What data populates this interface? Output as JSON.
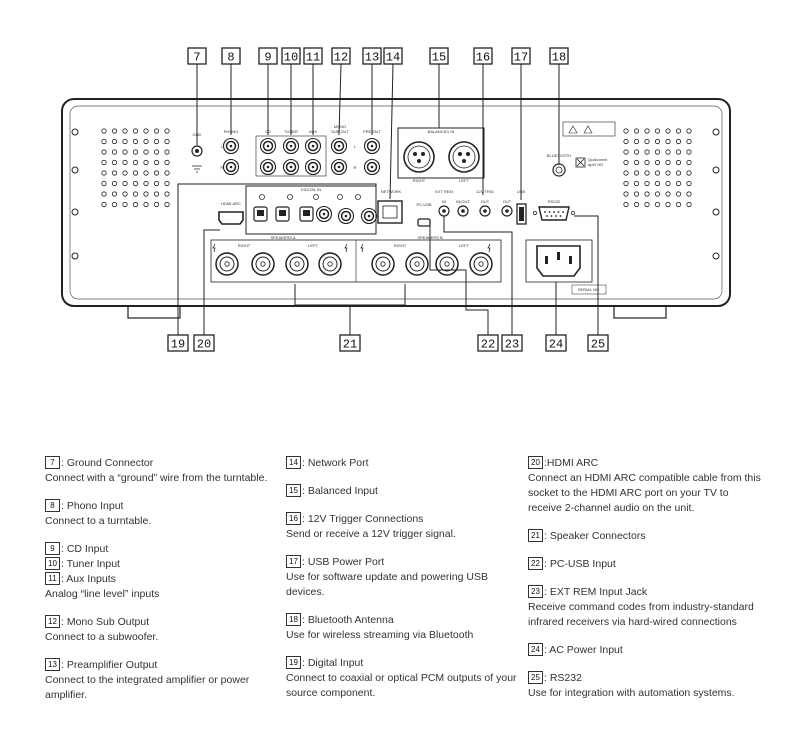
{
  "callouts_top": [
    "7",
    "8",
    "9",
    "10",
    "11",
    "12",
    "13",
    "14",
    "15",
    "16",
    "17",
    "18"
  ],
  "callouts_bottom": [
    "19",
    "20",
    "21",
    "22",
    "23",
    "24",
    "25"
  ],
  "panel_labels": {
    "gnd": "GND",
    "phono": "PHONO",
    "cd": "CD",
    "tuner": "TUNER",
    "aux": "AUX",
    "mono_sub": "MONO\nSUB OUT",
    "pre_out": "PRE OUT",
    "balanced_in": "BALANCED IN",
    "network": "NETWORK",
    "ext_rem": "EXT REM",
    "trig": "12V TRIG",
    "usb": "USB",
    "bluetooth": "BLUETOOTH",
    "qualcomm": "Qualcomm\naptX HD",
    "digital_in": "DIGITAL IN",
    "hdmi_arc": "HDMI ARC",
    "pc_usb": "PC-USB",
    "in": "IN",
    "in_out": "IN/OUT",
    "out": "OUT",
    "rs232": "RS232",
    "speakers_a": "SPEAKERS A",
    "speakers_b": "SPEAKERS B",
    "right": "RIGHT",
    "left": "LEFT",
    "L": "L",
    "R": "R",
    "serial": "SERIAL NO."
  },
  "legend": [
    [
      {
        "items": [
          {
            "num": "7",
            "label": "Ground Connector"
          }
        ],
        "desc": "Connect with a “ground” wire from the turntable."
      },
      {
        "items": [
          {
            "num": "8",
            "label": "Phono Input"
          }
        ],
        "desc": "Connect to a turntable."
      },
      {
        "items": [
          {
            "num": "9",
            "label": "CD Input"
          },
          {
            "num": "10",
            "label": "Tuner Input"
          },
          {
            "num": "11",
            "label": "Aux Inputs"
          }
        ],
        "desc": "Analog “line level” inputs"
      },
      {
        "items": [
          {
            "num": "12",
            "label": "Mono Sub Output"
          }
        ],
        "desc": "Connect to a subwoofer."
      },
      {
        "items": [
          {
            "num": "13",
            "label": "Preamplifier Output"
          }
        ],
        "desc": "Connect to the integrated amplifier or power amplifier."
      }
    ],
    [
      {
        "items": [
          {
            "num": "14",
            "label": "Network Port"
          }
        ],
        "desc": ""
      },
      {
        "items": [
          {
            "num": "15",
            "label": "Balanced Input"
          }
        ],
        "desc": ""
      },
      {
        "items": [
          {
            "num": "16",
            "label": "12V Trigger Connections"
          }
        ],
        "desc": "Send or receive a 12V trigger signal."
      },
      {
        "items": [
          {
            "num": "17",
            "label": "USB Power Port"
          }
        ],
        "desc": "Use for software update and powering USB devices."
      },
      {
        "items": [
          {
            "num": "18",
            "label": "Bluetooth Antenna"
          }
        ],
        "desc": "Use for wireless streaming via Bluetooth"
      },
      {
        "items": [
          {
            "num": "19",
            "label": "Digital Input"
          }
        ],
        "desc": "Connect to coaxial or optical PCM outputs of your source component."
      }
    ],
    [
      {
        "items": [
          {
            "num": "20",
            "label": "HDMI ARC"
          }
        ],
        "desc": "Connect an HDMI ARC compatible cable from this socket to the HDMI ARC port on your TV to receive 2-channel audio on the unit."
      },
      {
        "items": [
          {
            "num": "21",
            "label": "Speaker Connectors"
          }
        ],
        "desc": ""
      },
      {
        "items": [
          {
            "num": "22",
            "label": "PC-USB Input"
          }
        ],
        "desc": ""
      },
      {
        "items": [
          {
            "num": "23",
            "label": "EXT REM Input Jack"
          }
        ],
        "desc": "Receive command codes from industry-standard infrared receivers via hard-wired connections"
      },
      {
        "items": [
          {
            "num": "24",
            "label": "AC Power Input"
          }
        ],
        "desc": ""
      },
      {
        "items": [
          {
            "num": "25",
            "label": "RS232"
          }
        ],
        "desc": "Use for integration with automation systems."
      }
    ]
  ]
}
